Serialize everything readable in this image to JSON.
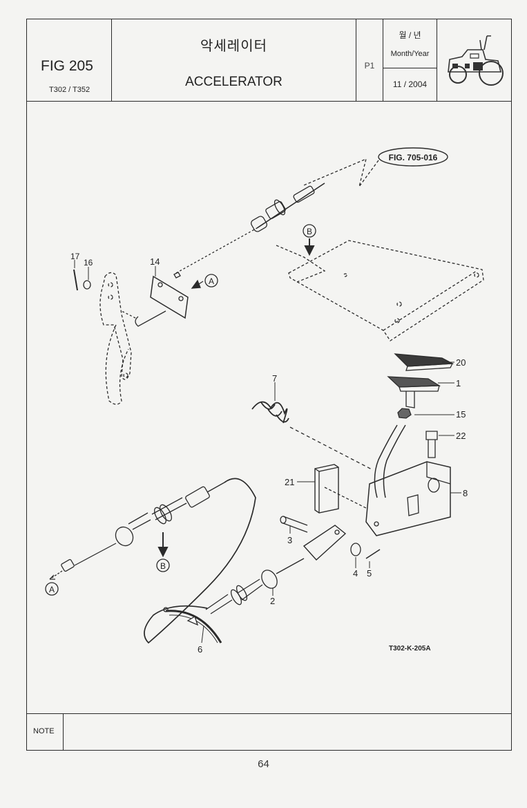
{
  "header": {
    "fig_number": "FIG 205",
    "models": "T302 / T352",
    "title_korean": "악세레이터",
    "title_english": "ACCELERATOR",
    "page_code": "P1",
    "month_year_korean": "월 / 년",
    "month_year_label": "Month/Year",
    "date": "11 / 2004"
  },
  "diagram": {
    "reference_callout": "FIG. 705-016",
    "drawing_code": "T302-K-205A",
    "view_markers": {
      "a1": "A",
      "a2": "A",
      "b1": "B",
      "b2": "B"
    },
    "part_labels": {
      "p1": "1",
      "p2": "2",
      "p3": "3",
      "p4": "4",
      "p5": "5",
      "p6": "6",
      "p7": "7",
      "p8": "8",
      "p14": "14",
      "p15": "15",
      "p16": "16",
      "p17": "17",
      "p20": "20",
      "p21": "21",
      "p22": "22"
    }
  },
  "footer": {
    "note_label": "NOTE",
    "page_number": "64"
  }
}
